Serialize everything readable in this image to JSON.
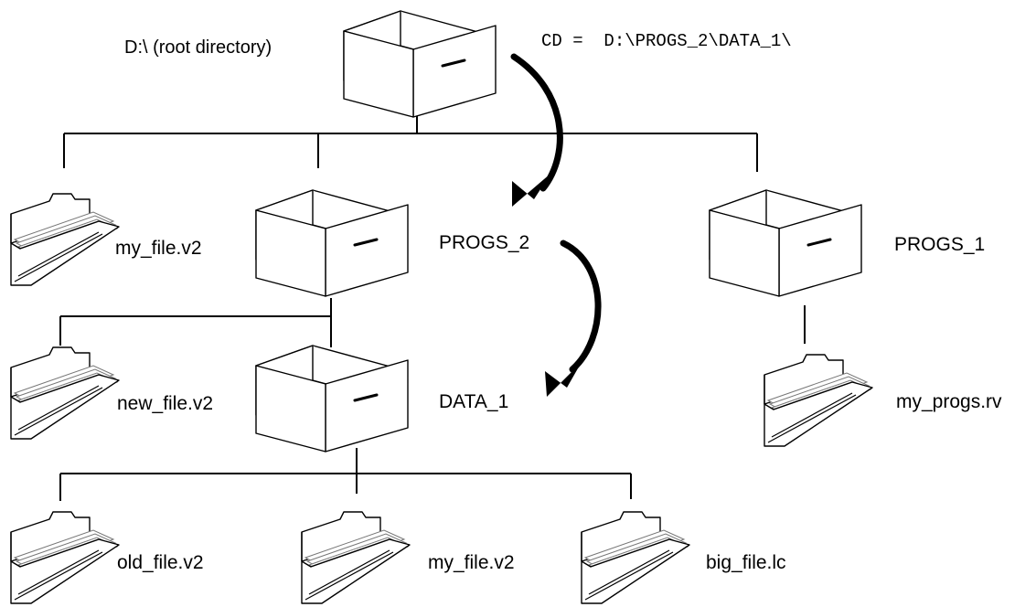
{
  "root": {
    "label": "D:\\ (root directory)",
    "icon": "drawer-icon"
  },
  "current_directory": "CD =  D:\\PROGS_2\\DATA_1\\",
  "level1": {
    "file": {
      "label": "my_file.v2",
      "icon": "folder-icon"
    },
    "dir_progs2": {
      "label": "PROGS_2",
      "icon": "drawer-icon"
    },
    "dir_progs1": {
      "label": "PROGS_1",
      "icon": "drawer-icon"
    }
  },
  "level2": {
    "file": {
      "label": "new_file.v2",
      "icon": "folder-icon"
    },
    "dir_data1": {
      "label": "DATA_1",
      "icon": "drawer-icon"
    },
    "progs1_file": {
      "label": "my_progs.rv",
      "icon": "folder-icon"
    }
  },
  "level3": {
    "files": [
      {
        "label": "old_file.v2",
        "icon": "folder-icon"
      },
      {
        "label": "my_file.v2",
        "icon": "folder-icon"
      },
      {
        "label": "big_file.lc",
        "icon": "folder-icon"
      }
    ]
  },
  "colors": {
    "ink": "#000000",
    "background": "#ffffff",
    "paper_edge": "#777777"
  }
}
